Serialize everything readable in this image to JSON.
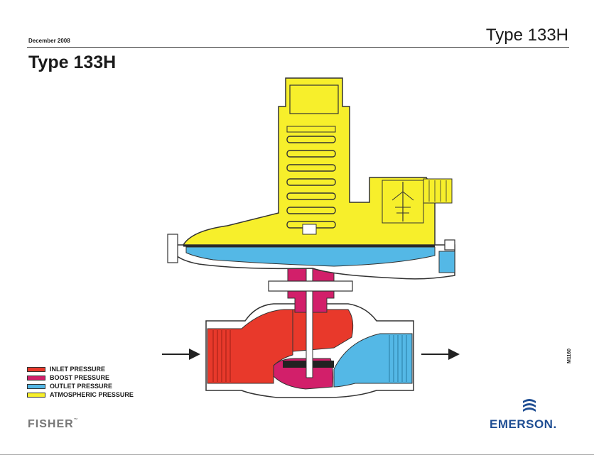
{
  "header": {
    "date": "December 2008",
    "doc_title": "Type 133H"
  },
  "page_title": "Type 133H",
  "legend": [
    {
      "label": "INLET PRESSURE",
      "color": "#e8392b"
    },
    {
      "label": "BOOST PRESSURE",
      "color": "#d21f6a"
    },
    {
      "label": "OUTLET PRESSURE",
      "color": "#54b8e6"
    },
    {
      "label": "ATMOSPHERIC PRESSURE",
      "color": "#f7ef2b"
    }
  ],
  "figure_number": "M1160",
  "brands": {
    "left": "FISHER",
    "right": "EMERSON."
  },
  "colors": {
    "inlet": "#e8392b",
    "boost": "#d21f6a",
    "outlet": "#54b8e6",
    "atmospheric": "#f7ef2b",
    "outline": "#333333",
    "body": "#ffffff",
    "emerson_blue": "#1f4e93"
  }
}
